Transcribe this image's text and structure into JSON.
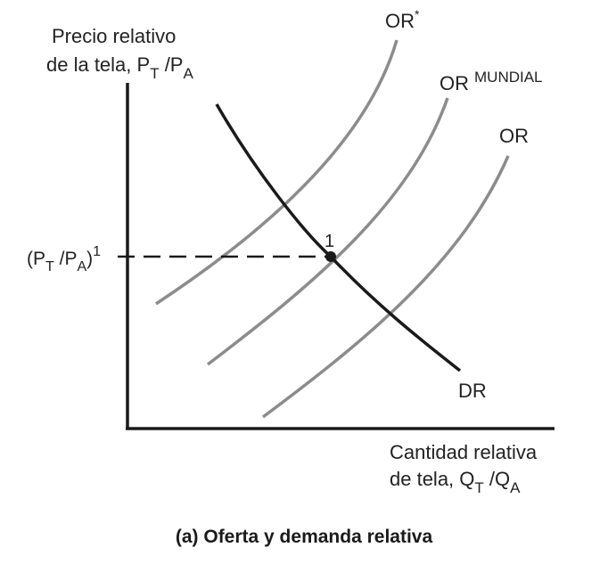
{
  "y_axis_title": {
    "line1": "Precio relativo",
    "line2_prefix": "de la tela, P",
    "line2_sub1": "T",
    "line2_mid": " /P",
    "line2_sub2": "A"
  },
  "x_axis_title": {
    "line1": "Cantidad relativa",
    "line2_prefix": "de tela, Q",
    "line2_sub1": "T",
    "line2_mid": " /Q",
    "line2_sub2": "A"
  },
  "price_label": {
    "open": "(P",
    "sub1": "T",
    "mid": " /P",
    "sub2": "A",
    "close": ")",
    "sup": "1"
  },
  "curves": {
    "or_star": {
      "label": "OR",
      "sup": "*"
    },
    "or_mundial": {
      "label": "OR",
      "sup": "MUNDIAL"
    },
    "or": {
      "label": "OR"
    },
    "dr": {
      "label": "DR"
    }
  },
  "equilibrium_label": "1",
  "caption": "(a) Oferta y demanda relativa",
  "colors": {
    "supply_curves": "#8c8c8c",
    "demand_curve": "#1a1a1a",
    "axes": "#1a1a1a",
    "text": "#222222"
  }
}
